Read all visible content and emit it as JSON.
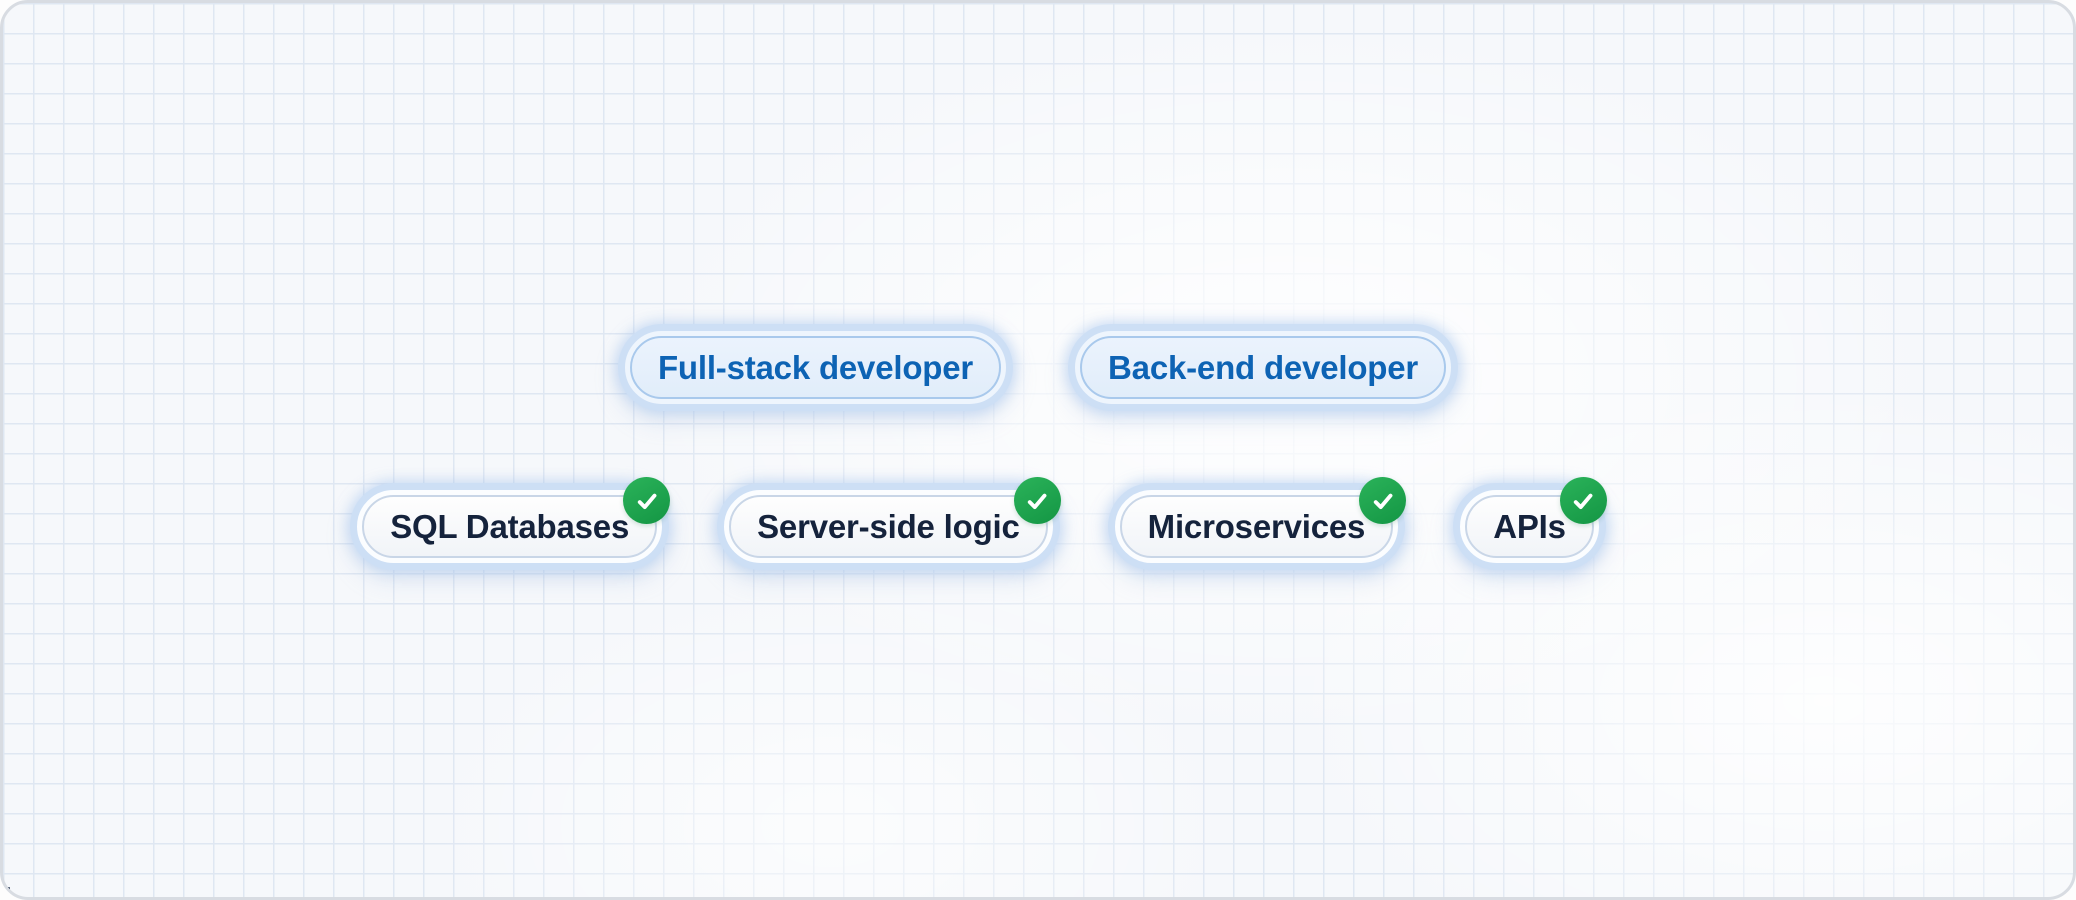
{
  "rows": {
    "roles": [
      {
        "label": "Full-stack developer",
        "checked": false
      },
      {
        "label": "Back-end developer",
        "checked": false
      }
    ],
    "skills": [
      {
        "label": "SQL Databases",
        "checked": true
      },
      {
        "label": "Server-side logic",
        "checked": true
      },
      {
        "label": "Microservices",
        "checked": true
      },
      {
        "label": "APIs",
        "checked": true
      }
    ]
  },
  "icons": {
    "check": "✓"
  },
  "colors": {
    "canvas_bg": "#f6f8fb",
    "grid_line": "#dfe7f2",
    "border": "#d8dce2",
    "ring": "#cddff5",
    "role_text": "#0d63b4",
    "skill_text": "#15233c",
    "badge_green_start": "#2bb35a",
    "badge_green_end": "#179a47"
  }
}
